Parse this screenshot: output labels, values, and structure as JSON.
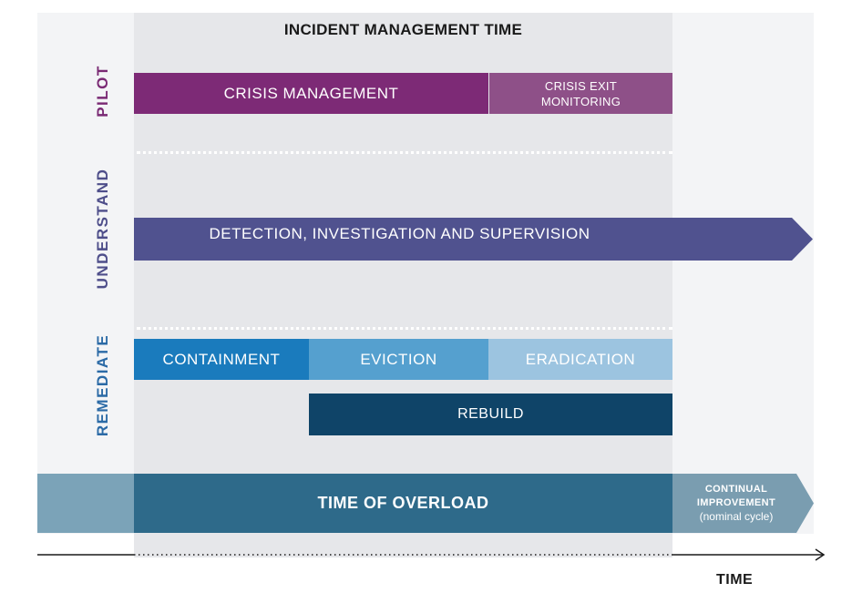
{
  "title": "INCIDENT MANAGEMENT TIME",
  "lanes": {
    "pilot": "PILOT",
    "understand": "UNDERSTAND",
    "remediate": "REMEDIATE"
  },
  "bars": {
    "crisis_management": "CRISIS MANAGEMENT",
    "crisis_exit_line1": "CRISIS EXIT",
    "crisis_exit_line2": "MONITORING",
    "detection": "DETECTION, INVESTIGATION AND SUPERVISION",
    "containment": "CONTAINMENT",
    "eviction": "EVICTION",
    "eradication": "ERADICATION",
    "rebuild": "REBUILD",
    "time_of_overload": "TIME OF OVERLOAD",
    "continual_line1": "CONTINUAL",
    "continual_line2": "IMPROVEMENT",
    "continual_line3": "(nominal cycle)"
  },
  "axis": {
    "label": "TIME"
  },
  "colors": {
    "pilot": "#7a2a74",
    "crisis_management": "#7d2a76",
    "crisis_exit": "#8e5088",
    "understand": "#4e4e8a",
    "detection": "#50528f",
    "remediate": "#2b6aa6",
    "containment": "#1a7bbd",
    "eviction": "#55a0cf",
    "eradication": "#9cc4e0",
    "rebuild": "#0f4468",
    "overload": "#2e6a8a",
    "overload_edge": "#7ba3b8",
    "continual": "#7a9db0"
  }
}
